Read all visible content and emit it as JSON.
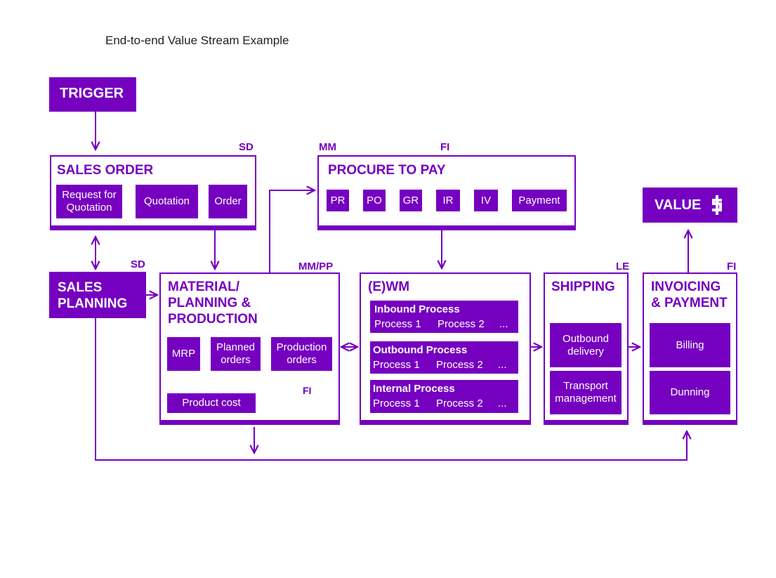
{
  "title": "End-to-end Value Stream Example",
  "accent_color": "#7500c0",
  "trigger": {
    "label": "TRIGGER"
  },
  "sales_order": {
    "tag": "SD",
    "title": "SALES ORDER",
    "steps": [
      "Request for Quotation",
      "Quotation",
      "Order"
    ]
  },
  "procure_to_pay": {
    "tags": [
      "MM",
      "FI"
    ],
    "title": "PROCURE TO PAY",
    "steps": [
      "PR",
      "PO",
      "GR",
      "IR",
      "IV",
      "Payment"
    ]
  },
  "value": {
    "label": "VALUE",
    "icon": "dollar-icon"
  },
  "sales_planning": {
    "tag": "SD",
    "label": "SALES PLANNING"
  },
  "material_planning": {
    "tag": "MM/PP",
    "title": "MATERIAL/ PLANNING & PRODUCTION",
    "steps": [
      "MRP",
      "Planned orders",
      "Production orders"
    ],
    "product_cost": "Product cost",
    "fi_tag": "FI"
  },
  "ewm": {
    "title": "(E)WM",
    "processes": [
      {
        "name": "Inbound Process",
        "items": [
          "Process 1",
          "Process 2",
          "..."
        ]
      },
      {
        "name": "Outbound Process",
        "items": [
          "Process 1",
          "Process 2",
          "..."
        ]
      },
      {
        "name": "Internal Process",
        "items": [
          "Process 1",
          "Process 2",
          "..."
        ]
      }
    ]
  },
  "shipping": {
    "tag": "LE",
    "title": "SHIPPING",
    "items": [
      "Outbound delivery",
      "Transport management"
    ]
  },
  "invoicing": {
    "tag": "FI",
    "title": "INVOICING & PAYMENT",
    "items": [
      "Billing",
      "Dunning"
    ]
  }
}
